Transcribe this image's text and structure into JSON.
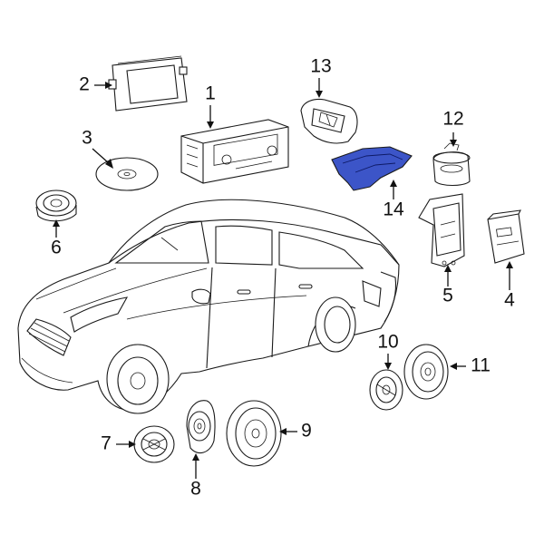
{
  "diagram": {
    "highlight_color": "#3c55c8",
    "outline_color": "#1a1a1a",
    "callouts": [
      {
        "id": "1",
        "text": "1"
      },
      {
        "id": "2",
        "text": "2"
      },
      {
        "id": "3",
        "text": "3"
      },
      {
        "id": "4",
        "text": "4"
      },
      {
        "id": "5",
        "text": "5"
      },
      {
        "id": "6",
        "text": "6"
      },
      {
        "id": "7",
        "text": "7"
      },
      {
        "id": "8",
        "text": "8"
      },
      {
        "id": "9",
        "text": "9"
      },
      {
        "id": "10",
        "text": "10"
      },
      {
        "id": "11",
        "text": "11"
      },
      {
        "id": "12",
        "text": "12"
      },
      {
        "id": "13",
        "text": "13"
      },
      {
        "id": "14",
        "text": "14"
      }
    ],
    "highlighted_part": "14"
  }
}
